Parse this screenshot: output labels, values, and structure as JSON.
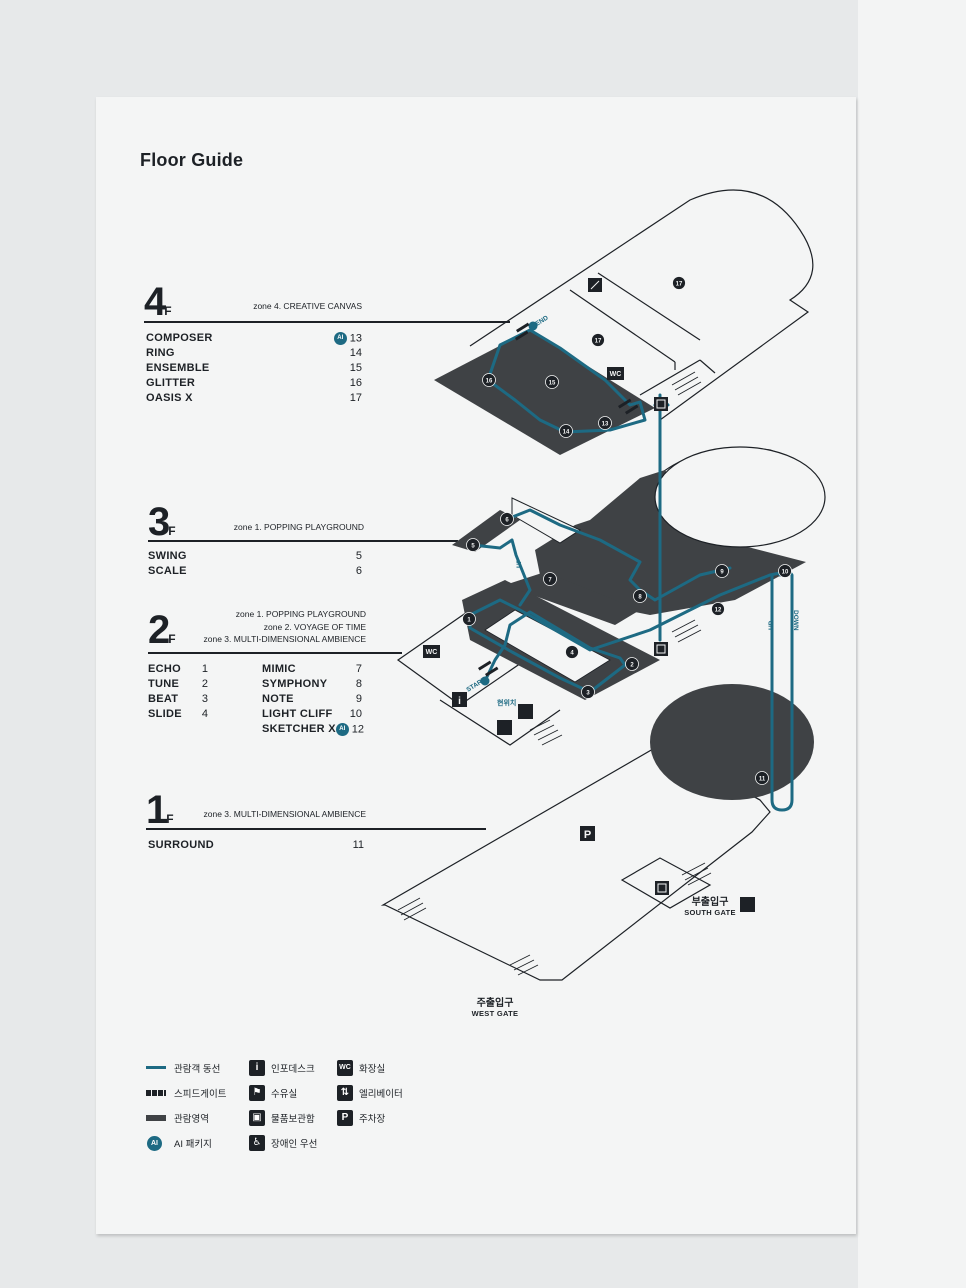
{
  "title": "Floor Guide",
  "floors": {
    "f4": {
      "num": "4",
      "suffix": "F",
      "zones": [
        "zone 4. CREATIVE CANVAS"
      ],
      "items": [
        {
          "name": "COMPOSER",
          "no": "13",
          "ai": true
        },
        {
          "name": "RING",
          "no": "14"
        },
        {
          "name": "ENSEMBLE",
          "no": "15"
        },
        {
          "name": "GLITTER",
          "no": "16"
        },
        {
          "name": "OASIS X",
          "no": "17"
        }
      ]
    },
    "f3": {
      "num": "3",
      "suffix": "F",
      "zones": [
        "zone 1. POPPING PLAYGROUND"
      ],
      "items": [
        {
          "name": "SWING",
          "no": "5"
        },
        {
          "name": "SCALE",
          "no": "6"
        }
      ]
    },
    "f2": {
      "num": "2",
      "suffix": "F",
      "zones": [
        "zone 1. POPPING PLAYGROUND",
        "zone 2. VOYAGE OF TIME",
        "zone 3. MULTI-DIMENSIONAL AMBIENCE"
      ],
      "items_left": [
        {
          "name": "ECHO",
          "no": "1"
        },
        {
          "name": "TUNE",
          "no": "2"
        },
        {
          "name": "BEAT",
          "no": "3"
        },
        {
          "name": "SLIDE",
          "no": "4"
        }
      ],
      "items_right": [
        {
          "name": "MIMIC",
          "no": "7"
        },
        {
          "name": "SYMPHONY",
          "no": "8"
        },
        {
          "name": "NOTE",
          "no": "9"
        },
        {
          "name": "LIGHT CLIFF",
          "no": "10"
        },
        {
          "name": "SKETCHER X",
          "no": "12",
          "ai": true
        }
      ]
    },
    "f1": {
      "num": "1",
      "suffix": "F",
      "zones": [
        "zone 3. MULTI-DIMENSIONAL AMBIENCE"
      ],
      "items": [
        {
          "name": "SURROUND",
          "no": "11"
        }
      ]
    }
  },
  "ai_badge": "AI",
  "map_labels": {
    "start": "START",
    "end": "END",
    "up": "UP",
    "down": "DOWN",
    "current": "현위치",
    "wc": "WC",
    "parking": "P",
    "info": "i"
  },
  "gates": {
    "south": {
      "ko": "부출입구",
      "en": "SOUTH GATE"
    },
    "west": {
      "ko": "주출입구",
      "en": "WEST GATE"
    }
  },
  "legend": [
    {
      "icon": "visitor-route-line",
      "label": "관람객 동선"
    },
    {
      "icon": "speed-gate",
      "label": "스피드게이트"
    },
    {
      "icon": "exhibition-area",
      "label": "관람영역"
    },
    {
      "icon": "ai-package",
      "label": "AI 패키지"
    },
    {
      "icon": "info-desk",
      "label": "인포데스크"
    },
    {
      "icon": "nursing-room",
      "label": "수유실"
    },
    {
      "icon": "locker",
      "label": "물품보관함"
    },
    {
      "icon": "accessible-priority",
      "label": "장애인 우선"
    },
    {
      "icon": "restroom",
      "label": "화장실"
    },
    {
      "icon": "elevator",
      "label": "엘리베이터"
    },
    {
      "icon": "parking",
      "label": "주차장"
    }
  ],
  "colors": {
    "route": "#1d6a83",
    "area": "#3f4245",
    "line": "#1d2126",
    "board": "#f4f5f5"
  }
}
